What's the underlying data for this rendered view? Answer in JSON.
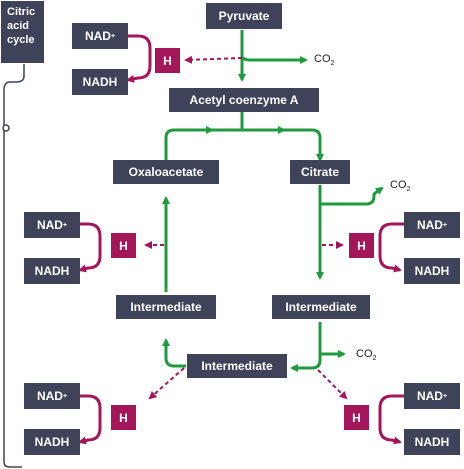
{
  "side_label": {
    "line1": "Citric",
    "line2": "acid",
    "line3": "cycle"
  },
  "boxes": {
    "pyruvate": "Pyruvate",
    "acetyl": "Acetyl coenzyme A",
    "oxaloacetate": "Oxaloacetate",
    "citrate": "Citrate",
    "intermediate_left": "Intermediate",
    "intermediate_right": "Intermediate",
    "intermediate_bottom": "Intermediate"
  },
  "carriers": {
    "nad": "NAD",
    "nad_sup": "+",
    "nadh": "NADH",
    "h": "H"
  },
  "co2": {
    "label": "CO",
    "sub": "2"
  },
  "colors": {
    "box": "#3f4359",
    "h_box": "#a3165a",
    "green_arrow": "#1f9a3e",
    "magenta_arrow": "#a3165a",
    "bracket": "#3f4359"
  }
}
